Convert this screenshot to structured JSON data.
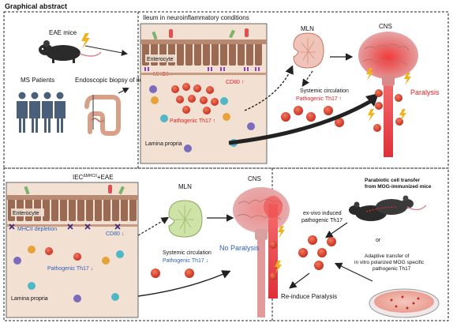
{
  "header": {
    "title": "Graphical abstract"
  },
  "top": {
    "eae_label": "EAE mice",
    "ms_label": "MS Patients",
    "biopsy_label": "Endoscopic biopsy of ileum",
    "ileum_title": "Ileum in neuroinflammatory conditions",
    "enterocyte": "Enterocyte",
    "mhcii": "MHCII ↑",
    "cd80": "CD80 ↑",
    "th17": "Pathogenic Th17 ↑",
    "lamina": "Lamina propria",
    "mln": "MLN",
    "cns": "CNS",
    "systemic": "Systemic circulation",
    "systemic_th17": "Pathogenic Th17 ↑",
    "paralysis": "Paralysis"
  },
  "bottom": {
    "title_main": "IEC",
    "title_sup": "ΔMHCII",
    "title_rest": "+EAE",
    "enterocyte": "Enterocyte",
    "mhcii": "MHCII depletion",
    "cd80": "CD80 ↓",
    "th17": "Pathogenic Th17 ↓",
    "lamina": "Lamina propria",
    "mln": "MLN",
    "cns": "CNS",
    "no_paralysis": "No Paralysis",
    "systemic": "Systemic circulation",
    "systemic_th17": "Pathogenic Th17 ↓",
    "exvivo_line1": "ex-vivo induced",
    "exvivo_line2": "pathogenic Th17",
    "reinduce": "Re-induce Paralysis",
    "parabiotic_line1": "Parabiotic cell transfer",
    "parabiotic_line2": "from MOG-immunized mice",
    "or": "or",
    "adoptive_line1": "Adaptive transfer of",
    "adoptive_line2": "in vitro polarized MOG specific",
    "adoptive_line3": "pathogenic Th17"
  },
  "colors": {
    "th17": "#d9432e",
    "alert": "#e02020",
    "info": "#2f5fb8",
    "tissue": "#f2e1d3",
    "villi": "#8a5a44",
    "brain": "#d99a9a",
    "spine": "#e8404a",
    "lymph_top": "#f0c4b8",
    "lymph_bottom": "#cfe3a8"
  }
}
